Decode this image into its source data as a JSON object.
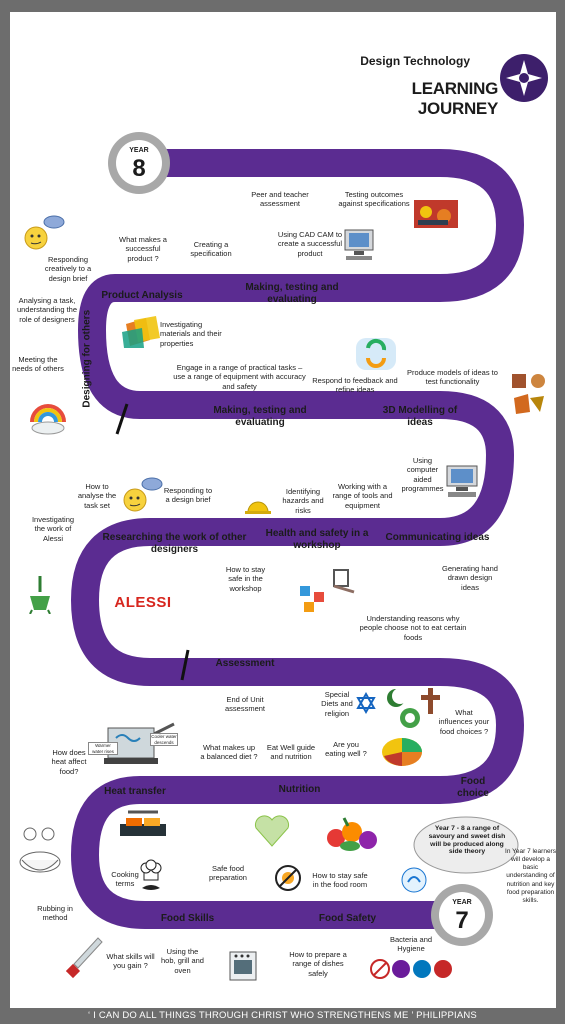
{
  "header": {
    "subtitle": "Design Technology",
    "title": "LEARNING JOURNEY"
  },
  "year8": {
    "label": "YEAR",
    "number": "8"
  },
  "year7": {
    "label": "YEAR",
    "number": "7"
  },
  "headings": {
    "product_analysis": "Product Analysis",
    "making_testing_1": "Making, testing and evaluating",
    "making_testing_2": "Making, testing and evaluating",
    "modelling_3d": "3D Modelling of ideas",
    "researching": "Researching the work of other designers",
    "health_safety": "Health and safety in a workshop",
    "communicating": "Communicating ideas",
    "assessment": "Assessment",
    "food_choice": "Food choice",
    "heat_transfer": "Heat transfer",
    "nutrition": "Nutrition",
    "food_skills": "Food Skills",
    "food_safety": "Food Safety",
    "designing_for_others": "Designing for others"
  },
  "notes": {
    "peer_teacher": "Peer and teacher assessment",
    "testing_outcomes": "Testing outcomes against specifications",
    "what_makes_successful": "What makes a successful product ?",
    "creating_spec": "Creating a specification",
    "cad_cam": "Using CAD CAM to create a successful product",
    "responding_creatively": "Responding creatively to a design brief",
    "analysing_task": "Analysing a task, understanding the role of designers",
    "meeting_needs": "Meeting the needs of others",
    "investigating_materials": "Investigating materials and their properties",
    "engage_practical": "Engage in a range of practical tasks – use a range of equipment with accuracy and safety",
    "respond_feedback": "Respond to feedback and refine ideas",
    "produce_models": "Produce models of ideas to test functionality",
    "using_computer": "Using computer aided programmes",
    "analyse_task_set": "How to analyse the task set",
    "responding_brief": "Responding to a design brief",
    "identifying_hazards": "Identifying hazards and risks",
    "working_tools": "Working with a range of tools and equipment",
    "investigating_alessi": "Investigating the work of Alessi",
    "stay_safe_workshop": "How to stay safe in the workshop",
    "hand_drawn": "Generating hand drawn design ideas",
    "reasons_not_eat": "Understanding reasons why people choose not to eat certain foods",
    "end_unit": "End of Unit assessment",
    "special_diets": "Special Diets and religion",
    "what_influences": "What influences your food choices ?",
    "heat_affect": "How does heat affect food?",
    "balanced_diet": "What makes up a balanced diet ?",
    "eatwell": "Eat Well guide and nutrition",
    "eating_well": "Are you eating well ?",
    "cooking_terms": "Cooking terms",
    "safe_prep": "Safe food preparation",
    "stay_safe_food": "How to stay safe in the food room",
    "rubbing_in": "Rubbing in method",
    "skills_gain": "What skills will you gain ?",
    "hob_grill": "Using the hob, grill and oven",
    "prepare_range": "How to prepare a range of dishes safely",
    "bacteria": "Bacteria and Hygiene",
    "year7_dev": "In Year 7 learners will develop a basic understanding of nutrition and key food preparation skills."
  },
  "bubble": "Year 7 - 8 a range of savoury and sweet dish will be produced along side theory",
  "alessi": "ALESSI",
  "callouts": {
    "warmer": "Warmer water rises",
    "cooler": "Cooler water descends"
  },
  "footer": {
    "quote": "‘ I CAN DO ALL THINGS THROUGH CHRIST WHO STRENGTHENS ME ’",
    "ref": "PHILIPPIANS"
  },
  "colors": {
    "road": "#5b2c91",
    "frame": "#6d6d6d",
    "accent_red": "#d7261e"
  }
}
